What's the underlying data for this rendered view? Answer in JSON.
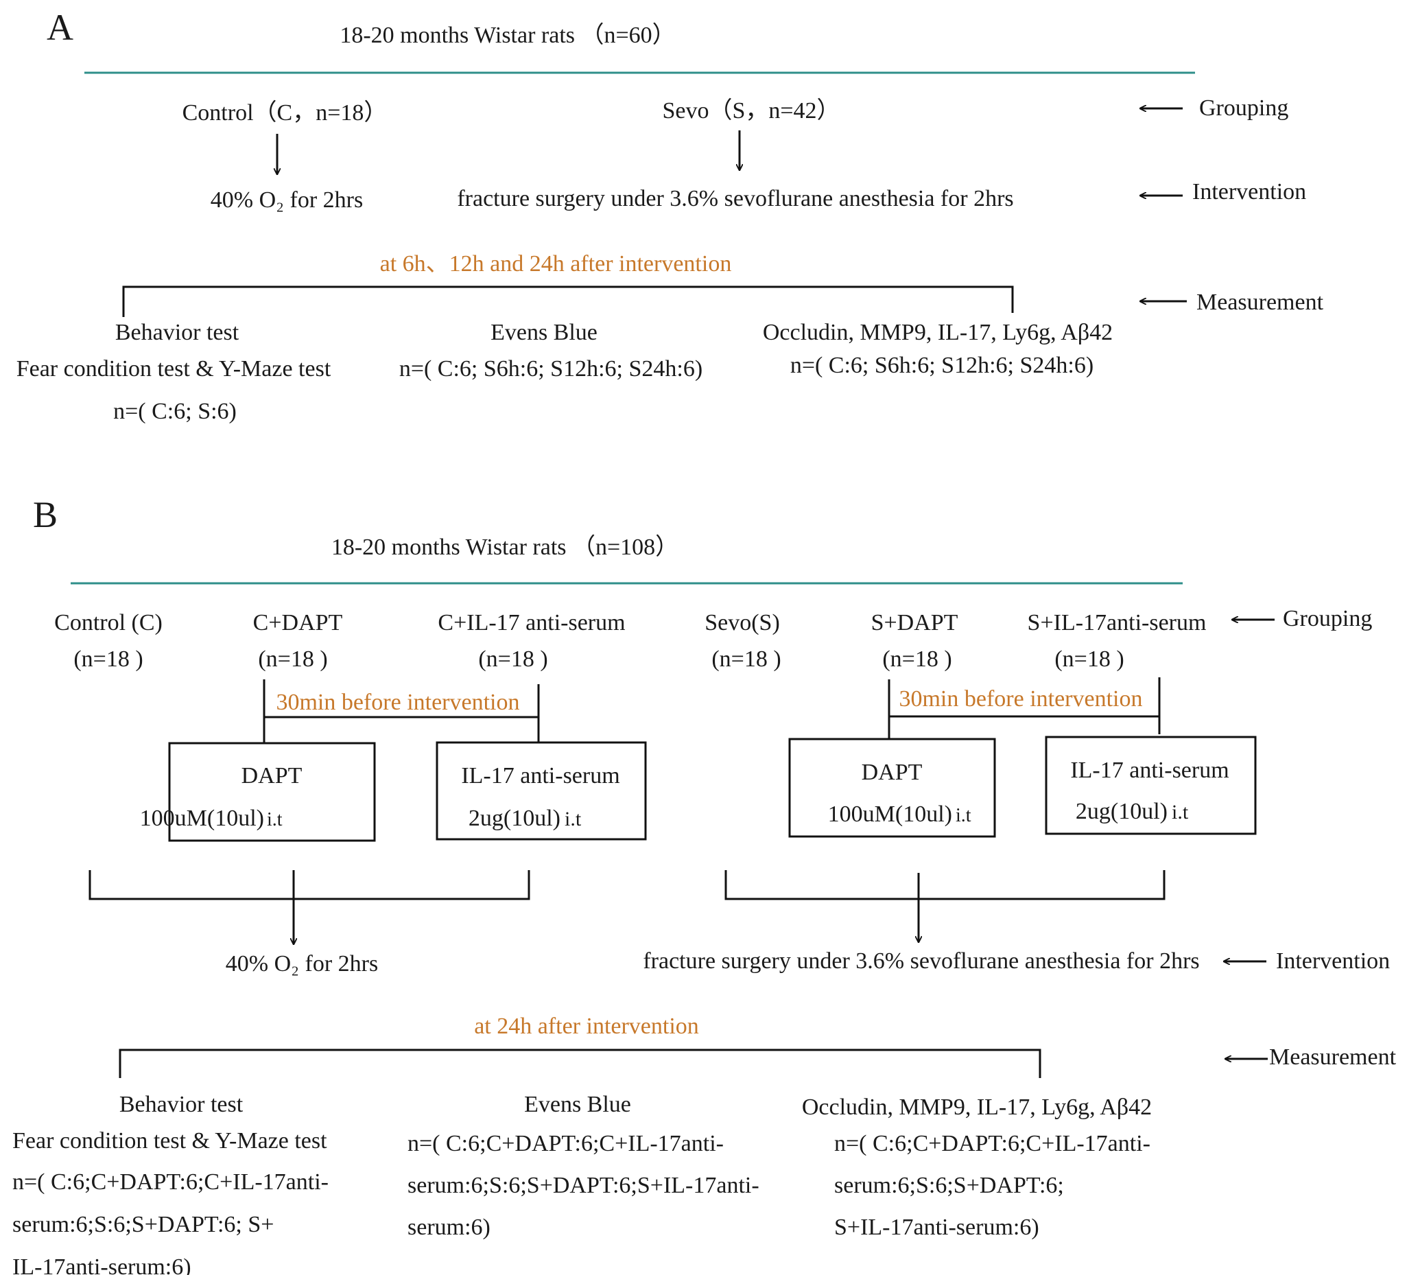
{
  "panel_a": {
    "label": "A",
    "title": "18-20 months Wistar rats （n=60）",
    "group_control": "Control（C，n=18）",
    "group_sevo": "Sevo（S，n=42）",
    "intervention_control": "40% O₂ for 2hrs",
    "intervention_sevo": "fracture surgery under 3.6% sevoflurane anesthesia for 2hrs",
    "timing": "at 6h、12h and 24h after intervention",
    "arrow_grouping": "Grouping",
    "arrow_intervention": "Intervention",
    "arrow_measurement": "Measurement",
    "behavior_title": "Behavior test",
    "behavior_detail": "Fear condition test & Y-Maze test",
    "behavior_n": "n=( C:6; S:6)",
    "evens_title": "Evens Blue",
    "evens_n": "n=( C:6; S6h:6; S12h:6; S24h:6)",
    "occludin_title": "Occludin, MMP9, IL-17, Ly6g, Aβ42",
    "occludin_n": "n=( C:6; S6h:6; S12h:6; S24h:6)"
  },
  "panel_b": {
    "label": "B",
    "title": "18-20 months Wistar rats （n=108）",
    "groups": [
      {
        "name": "Control (C)",
        "n": "(n=18 )"
      },
      {
        "name": "C+DAPT",
        "n": "(n=18 )"
      },
      {
        "name": "C+IL-17 anti-serum",
        "n": "(n=18 )"
      },
      {
        "name": "Sevo(S)",
        "n": "(n=18 )"
      },
      {
        "name": "S+DAPT",
        "n": "(n=18 )"
      },
      {
        "name": "S+IL-17anti-serum",
        "n": "(n=18 )"
      }
    ],
    "pre_timing_left": "30min before intervention",
    "pre_timing_right": "30min before intervention",
    "box_dapt_left": {
      "title": "DAPT",
      "dose": "100uM(10ul)",
      "route": "i.t"
    },
    "box_il17_left": {
      "title": "IL-17 anti-serum",
      "dose": "2ug(10ul)",
      "route": "i.t"
    },
    "box_dapt_right": {
      "title": "DAPT",
      "dose": "100uM(10ul)",
      "route": "i.t"
    },
    "box_il17_right": {
      "title": "IL-17 anti-serum",
      "dose": "2ug(10ul)",
      "route": "i.t"
    },
    "intervention_control": "40% O₂ for 2hrs",
    "intervention_sevo": "fracture surgery under 3.6% sevoflurane anesthesia for 2hrs",
    "timing": "at 24h after intervention",
    "arrow_grouping": "Grouping",
    "arrow_intervention": "Intervention",
    "arrow_measurement": "Measurement",
    "behavior_title": "Behavior test",
    "behavior_detail": "Fear condition test & Y-Maze test",
    "behavior_n": [
      "n=( C:6;C+DAPT:6;C+IL-17anti-",
      "serum:6;S:6;S+DAPT:6; S+",
      "IL-17anti-serum:6)"
    ],
    "evens_title": "Evens Blue",
    "evens_n": [
      "n=( C:6;C+DAPT:6;C+IL-17anti-",
      "serum:6;S:6;S+DAPT:6;S+IL-17anti-",
      "serum:6)"
    ],
    "occludin_title": "Occludin, MMP9, IL-17, Ly6g, Aβ42",
    "occludin_n": [
      "n=( C:6;C+DAPT:6;C+IL-17anti-",
      "serum:6;S:6;S+DAPT:6;",
      "S+IL-17anti-serum:6)"
    ]
  }
}
